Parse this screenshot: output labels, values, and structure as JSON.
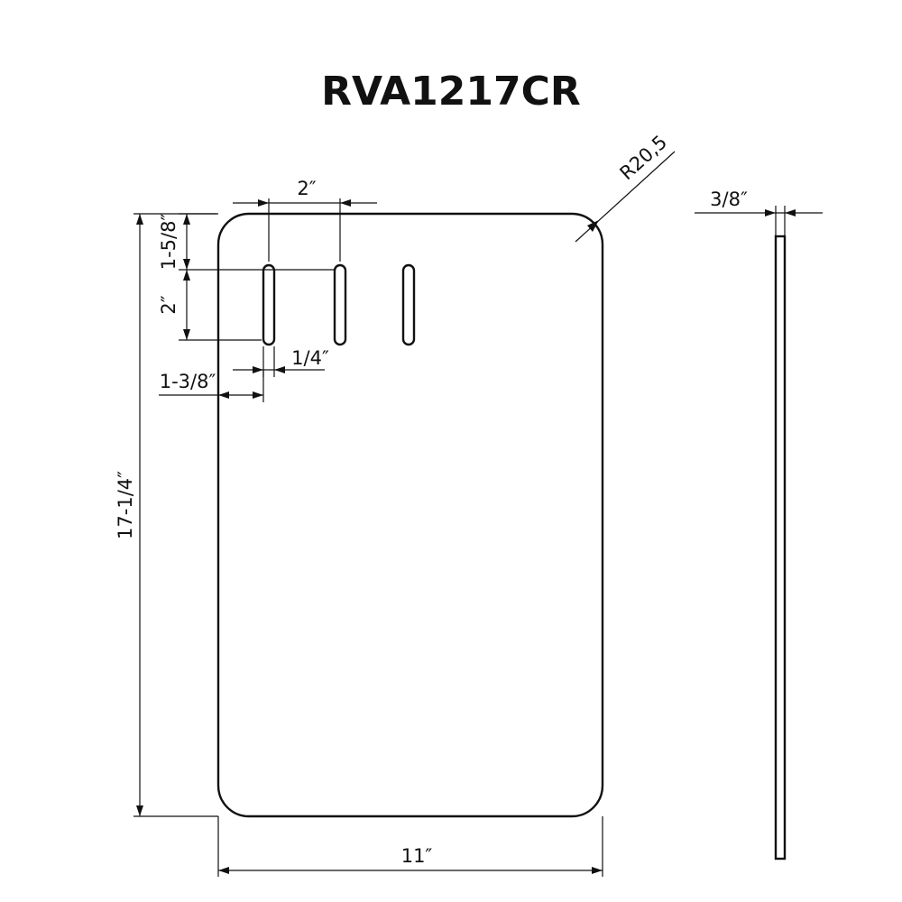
{
  "title": "RVA1217CR",
  "dimensions": {
    "slot_spacing": "2″",
    "radius": "R20,5",
    "thickness": "3/8″",
    "top_offset": "1-5/8″",
    "slot_length": "2″",
    "slot_width": "1/4″",
    "left_offset": "1-3/8″",
    "height": "17-1/4″",
    "width": "11″"
  }
}
